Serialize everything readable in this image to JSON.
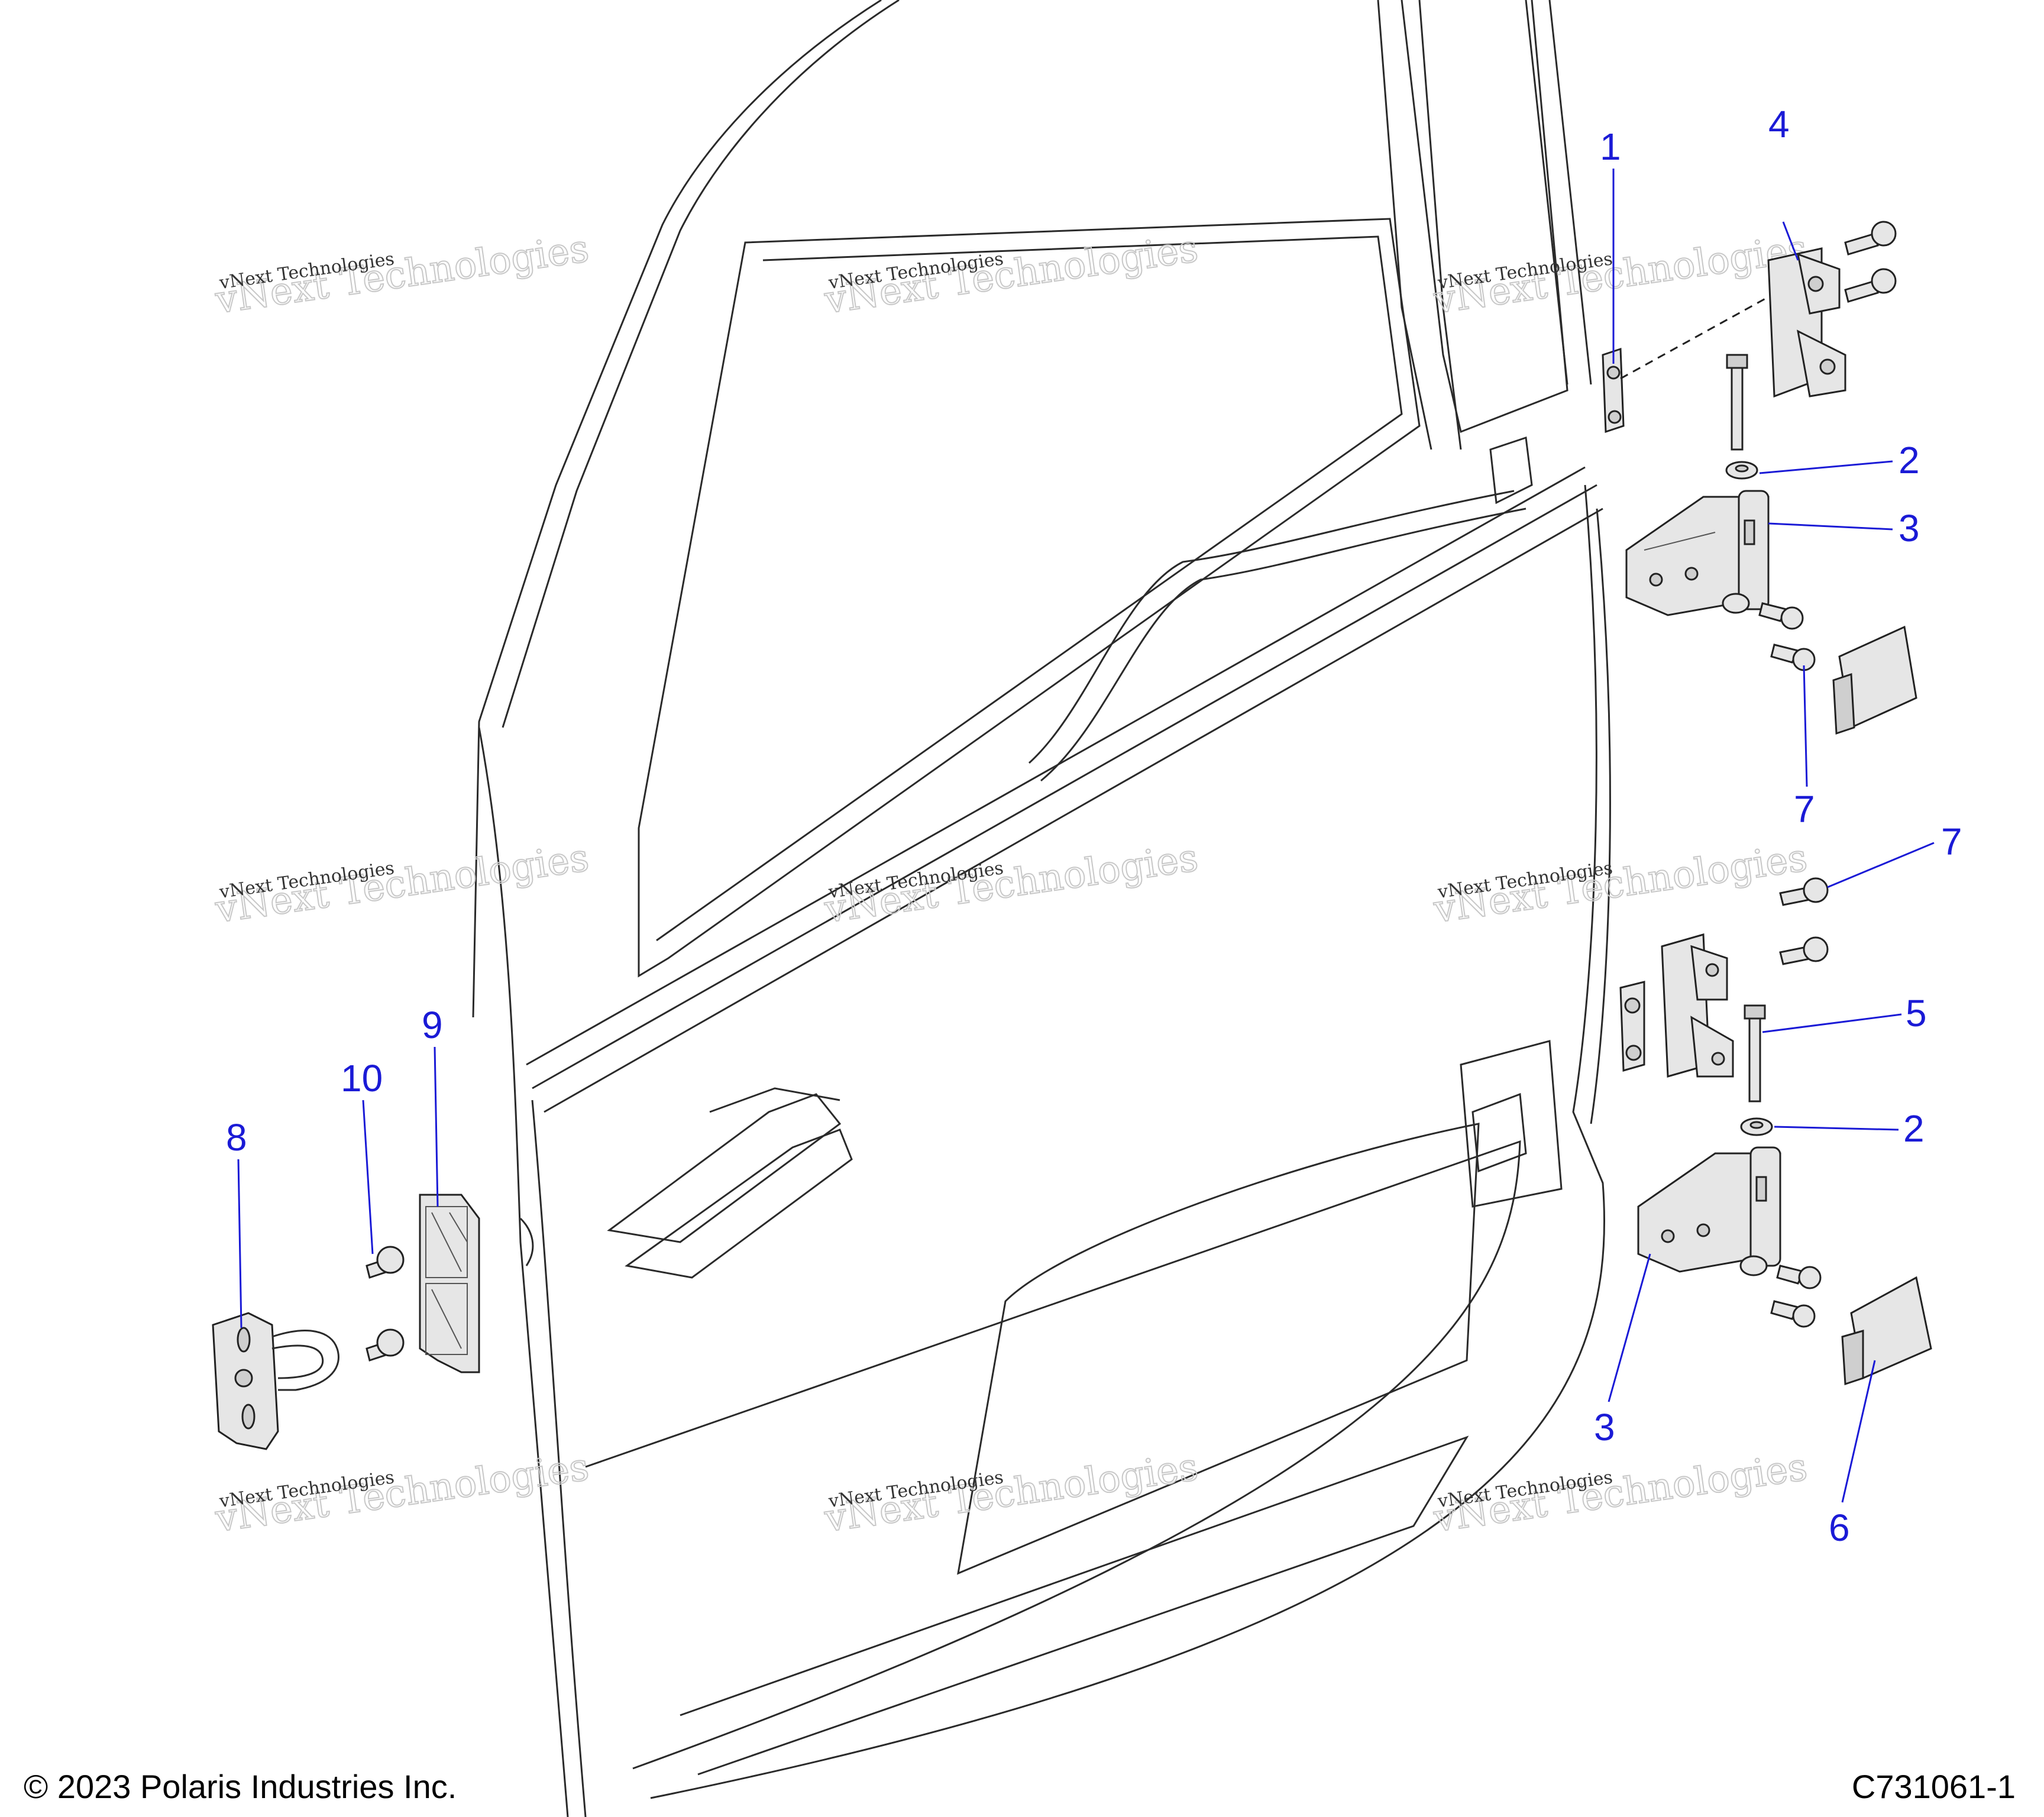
{
  "callouts": [
    "1",
    "2",
    "3",
    "4",
    "5",
    "6",
    "7",
    "8",
    "9",
    "10"
  ],
  "watermark": {
    "line1": "vNext Technologies",
    "line2": "vNext Technologies"
  },
  "footer": {
    "copyright": "© 2023 Polaris Industries Inc.",
    "diagram_id": "C731061-1"
  },
  "colors": {
    "callout": "#1a1ad6",
    "outline": "#222222",
    "part_fill": "#e6e6e6"
  }
}
